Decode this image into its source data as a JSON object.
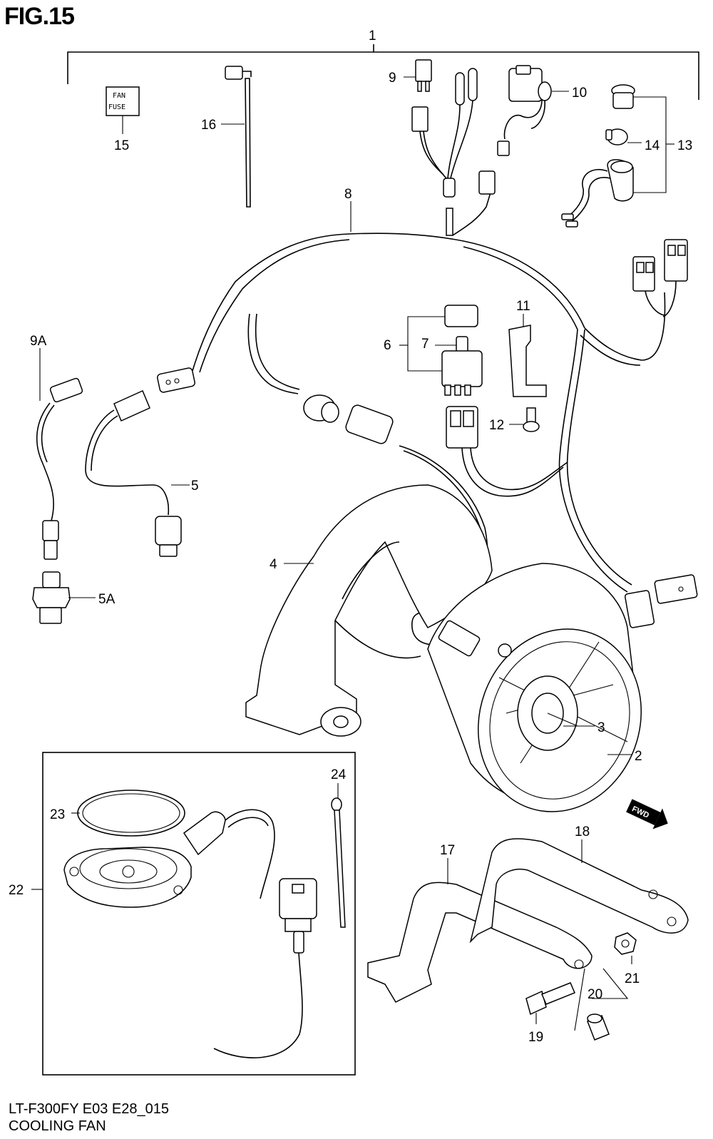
{
  "figure": {
    "title": "FIG.15",
    "footer_code": "LT-F300FY E03 E28_015",
    "footer_name": "COOLING FAN"
  },
  "fuse_label": {
    "line1": "FAN",
    "line2": "FUSE"
  },
  "direction_badge": "FWD",
  "callouts": {
    "c1": "1",
    "c2": "2",
    "c3": "3",
    "c4": "4",
    "c5": "5",
    "c5a": "5A",
    "c6": "6",
    "c7": "7",
    "c8": "8",
    "c9": "9",
    "c9a": "9A",
    "c10": "10",
    "c11": "11",
    "c12": "12",
    "c13": "13",
    "c14": "14",
    "c15": "15",
    "c16": "16",
    "c17": "17",
    "c18": "18",
    "c19": "19",
    "c20": "20",
    "c21": "21",
    "c22": "22",
    "c23": "23",
    "c24": "24"
  }
}
